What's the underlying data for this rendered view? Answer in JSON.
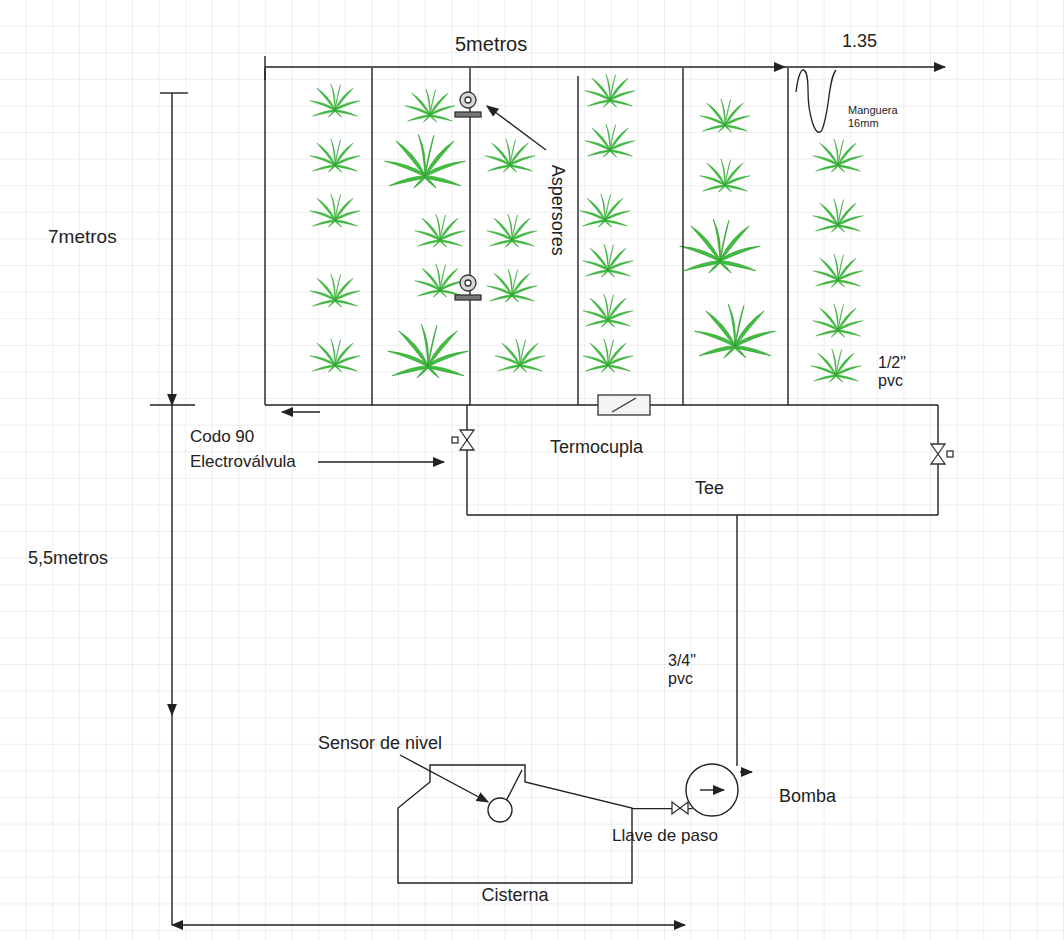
{
  "diagram": {
    "nodes": [
      {
        "text": [
          "Cisterna"
        ]
      },
      {
        "text": [
          "Bomba"
        ]
      }
    ],
    "edges": [
      {
        "from": 0,
        "to": 1,
        "arrow": "none"
      }
    ],
    "labels": [
      "5metros",
      "1.35",
      "Manguera 16mm",
      "7metros",
      "Aspersores",
      "1/2\" pvc",
      "Codo 90",
      "Termocupla",
      "Electroválvula",
      "Tee",
      "5,5metros",
      "3/4\" pvc",
      "Sensor de nivel",
      "Llave de paso"
    ]
  }
}
